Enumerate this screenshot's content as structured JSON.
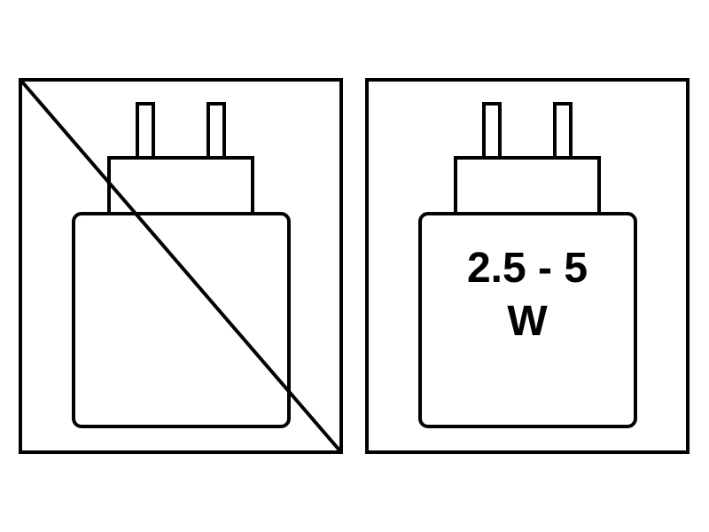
{
  "panels": [
    {
      "id": "no-charger",
      "icon": "charger-plug-icon",
      "crossed_out": true
    },
    {
      "id": "charger-wattage",
      "icon": "charger-plug-icon",
      "crossed_out": false,
      "label_line1": "2.5 - 5",
      "label_line2": "W"
    }
  ],
  "colors": {
    "stroke": "#000000",
    "background": "#ffffff"
  }
}
